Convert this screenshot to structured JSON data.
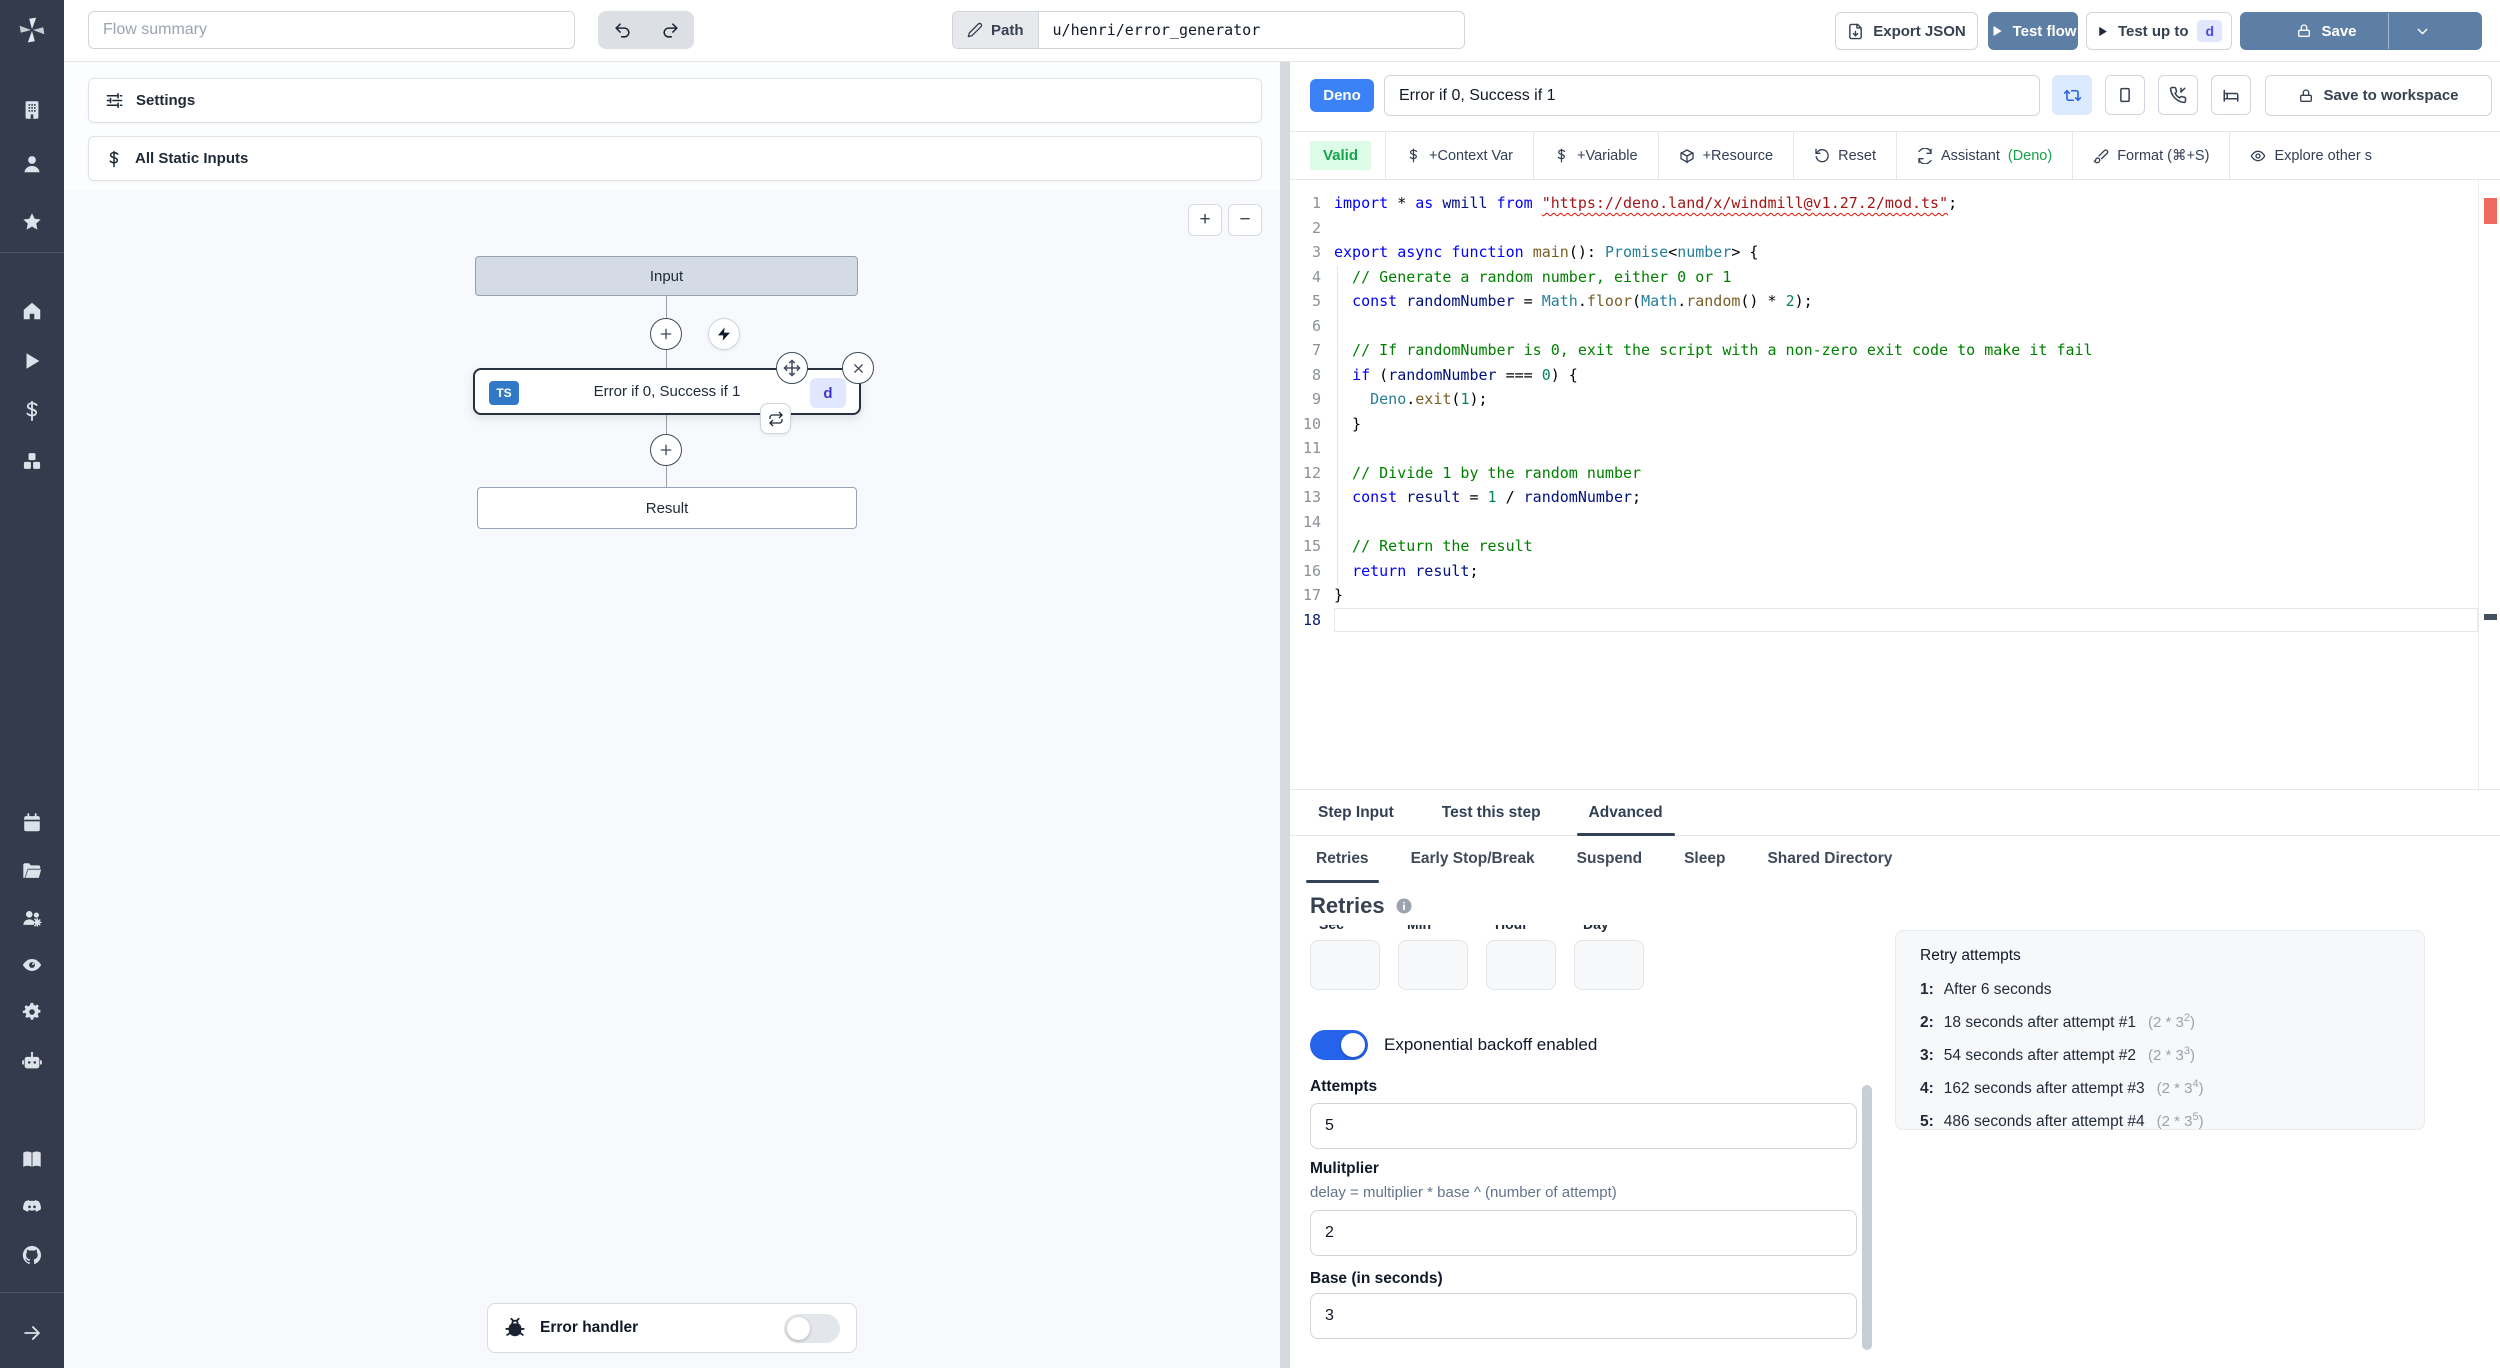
{
  "topbar": {
    "flow_summary_placeholder": "Flow summary",
    "path_label": "Path",
    "path_value": "u/henri/error_generator",
    "export_json_label": "Export JSON",
    "test_flow_label": "Test flow",
    "test_up_to_label": "Test up to",
    "test_up_to_badge": "d",
    "save_label": "Save"
  },
  "left_panel": {
    "settings_label": "Settings",
    "all_static_inputs_label": "All Static Inputs",
    "error_handler_label": "Error handler",
    "zoom_in_label": "+",
    "zoom_out_label": "−",
    "graph": {
      "input_node": "Input",
      "step_node_title": "Error if 0, Success if 1",
      "step_lang_badge": "TS",
      "step_suffix_badge": "d",
      "result_node": "Result"
    }
  },
  "editor_header": {
    "lang_badge": "Deno",
    "title_value": "Error if 0, Success if 1",
    "save_to_workspace_label": "Save to workspace"
  },
  "editor_toolbar": {
    "valid_label": "Valid",
    "context_var_label": "+Context Var",
    "variable_label": "+Variable",
    "resource_label": "+Resource",
    "reset_label": "Reset",
    "assistant_label": "Assistant",
    "assistant_lang": "(Deno)",
    "format_label": "Format (⌘+S)",
    "explore_label": "Explore other s"
  },
  "code": {
    "active_line": 18,
    "lines": [
      [
        [
          "k",
          "import"
        ],
        [
          "pl",
          " * "
        ],
        [
          "k",
          "as"
        ],
        [
          "pl",
          " "
        ],
        [
          "v",
          "wmill"
        ],
        [
          "pl",
          " "
        ],
        [
          "k",
          "from"
        ],
        [
          "pl",
          " "
        ],
        [
          "str-err",
          "\"https://deno.land/x/windmill@v1.27.2/mod.ts\""
        ],
        [
          "pl",
          ";"
        ]
      ],
      [],
      [
        [
          "k",
          "export"
        ],
        [
          "pl",
          " "
        ],
        [
          "k",
          "async"
        ],
        [
          "pl",
          " "
        ],
        [
          "k",
          "function"
        ],
        [
          "pl",
          " "
        ],
        [
          "f",
          "main"
        ],
        [
          "pl",
          "(): "
        ],
        [
          "t",
          "Promise"
        ],
        [
          "pl",
          "<"
        ],
        [
          "t",
          "number"
        ],
        [
          "pl",
          "> {"
        ]
      ],
      [
        [
          "c",
          "  // Generate a random number, either 0 or 1"
        ]
      ],
      [
        [
          "pl",
          "  "
        ],
        [
          "k",
          "const"
        ],
        [
          "pl",
          " "
        ],
        [
          "v",
          "randomNumber"
        ],
        [
          "pl",
          " = "
        ],
        [
          "t",
          "Math"
        ],
        [
          "pl",
          "."
        ],
        [
          "f",
          "floor"
        ],
        [
          "pl",
          "("
        ],
        [
          "t",
          "Math"
        ],
        [
          "pl",
          "."
        ],
        [
          "f",
          "random"
        ],
        [
          "pl",
          "() * "
        ],
        [
          "n",
          "2"
        ],
        [
          "pl",
          ");"
        ]
      ],
      [],
      [
        [
          "c",
          "  // If randomNumber is 0, exit the script with a non-zero exit code to make it fail"
        ]
      ],
      [
        [
          "pl",
          "  "
        ],
        [
          "k",
          "if"
        ],
        [
          "pl",
          " ("
        ],
        [
          "v",
          "randomNumber"
        ],
        [
          "pl",
          " === "
        ],
        [
          "n",
          "0"
        ],
        [
          "pl",
          ") {"
        ]
      ],
      [
        [
          "pl",
          "    "
        ],
        [
          "t",
          "Deno"
        ],
        [
          "pl",
          "."
        ],
        [
          "f",
          "exit"
        ],
        [
          "pl",
          "("
        ],
        [
          "n",
          "1"
        ],
        [
          "pl",
          ");"
        ]
      ],
      [
        [
          "pl",
          "  }"
        ]
      ],
      [],
      [
        [
          "c",
          "  // Divide 1 by the random number"
        ]
      ],
      [
        [
          "pl",
          "  "
        ],
        [
          "k",
          "const"
        ],
        [
          "pl",
          " "
        ],
        [
          "v",
          "result"
        ],
        [
          "pl",
          " = "
        ],
        [
          "n",
          "1"
        ],
        [
          "pl",
          " / "
        ],
        [
          "v",
          "randomNumber"
        ],
        [
          "pl",
          ";"
        ]
      ],
      [],
      [
        [
          "c",
          "  // Return the result"
        ]
      ],
      [
        [
          "pl",
          "  "
        ],
        [
          "k",
          "return"
        ],
        [
          "pl",
          " "
        ],
        [
          "v",
          "result"
        ],
        [
          "pl",
          ";"
        ]
      ],
      [
        [
          "pl",
          "}"
        ]
      ],
      []
    ]
  },
  "bottom_panel": {
    "tabs": [
      "Step Input",
      "Test this step",
      "Advanced"
    ],
    "active_tab": "Advanced",
    "subtabs": [
      "Retries",
      "Early Stop/Break",
      "Suspend",
      "Sleep",
      "Shared Directory"
    ],
    "active_subtab": "Retries",
    "retries": {
      "heading": "Retries",
      "time_labels": [
        "Sec",
        "Min",
        "Hour",
        "Day"
      ],
      "backoff_label": "Exponential backoff enabled",
      "backoff_enabled": true,
      "attempts_label": "Attempts",
      "attempts_value": "5",
      "multiplier_label": "Mulitplier",
      "multiplier_help": "delay = multiplier * base ^ (number of attempt)",
      "multiplier_value": "2",
      "base_label": "Base (in seconds)",
      "base_value": "3"
    },
    "retry_attempts": {
      "title": "Retry attempts",
      "items": [
        {
          "n": "1:",
          "text": "After 6 seconds",
          "f_open": "",
          "exp": "",
          "f_close": ""
        },
        {
          "n": "2:",
          "text": "18 seconds after attempt #1",
          "f_open": "(2 * 3",
          "exp": "2",
          "f_close": ")"
        },
        {
          "n": "3:",
          "text": "54 seconds after attempt #2",
          "f_open": "(2 * 3",
          "exp": "3",
          "f_close": ")"
        },
        {
          "n": "4:",
          "text": "162 seconds after attempt #3",
          "f_open": "(2 * 3",
          "exp": "4",
          "f_close": ")"
        },
        {
          "n": "5:",
          "text": "486 seconds after attempt #4",
          "f_open": "(2 * 3",
          "exp": "5",
          "f_close": ")"
        }
      ]
    }
  },
  "colors": {
    "steel_blue_button": "#5e7fa5",
    "primary_blue_badge": "#3b82f6",
    "valid_green": "#16a34a",
    "toggle_on_blue": "#2563eb",
    "sidebar_bg": "#343b4c",
    "ts_badge_blue": "#3178c6",
    "d_badge_bg": "#e0e7ff"
  }
}
